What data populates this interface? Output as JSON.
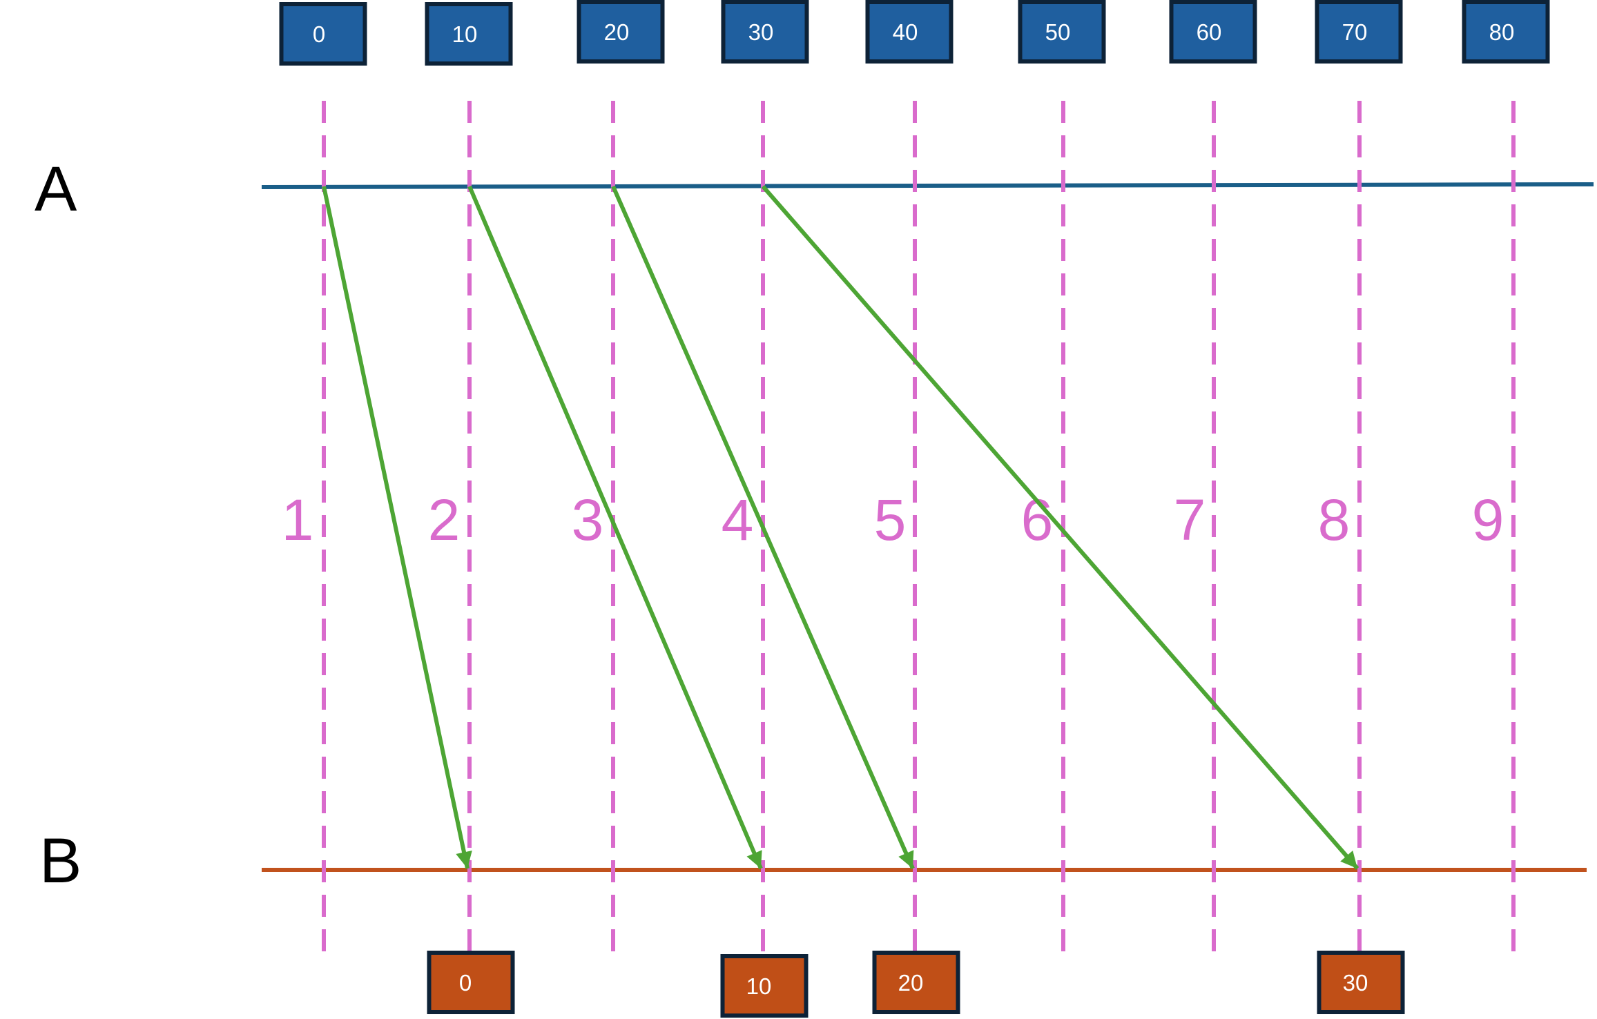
{
  "diagram": {
    "row_labels": {
      "a": "A",
      "b": "B"
    },
    "top_boxes": [
      "0",
      "10",
      "20",
      "30",
      "40",
      "50",
      "60",
      "70",
      "80"
    ],
    "columns": [
      "1",
      "2",
      "3",
      "4",
      "5",
      "6",
      "7",
      "8",
      "9"
    ],
    "bottom_boxes": [
      {
        "value": "0",
        "column": 2
      },
      {
        "value": "10",
        "column": 4
      },
      {
        "value": "20",
        "column": 5
      },
      {
        "value": "30",
        "column": 8
      }
    ],
    "arrows": [
      {
        "from_column": 1,
        "to_column": 2
      },
      {
        "from_column": 2,
        "to_column": 4
      },
      {
        "from_column": 3,
        "to_column": 5
      },
      {
        "from_column": 4,
        "to_column": 8
      }
    ]
  },
  "colors": {
    "line_a": "#1a5e88",
    "line_b": "#c1521d",
    "divider": "#d96bcc",
    "column_number": "#d96bcc",
    "arrow": "#4da534",
    "box_a_fill": "#1f5f9f",
    "box_b_fill": "#c04f17",
    "box_border": "#0d2237"
  }
}
